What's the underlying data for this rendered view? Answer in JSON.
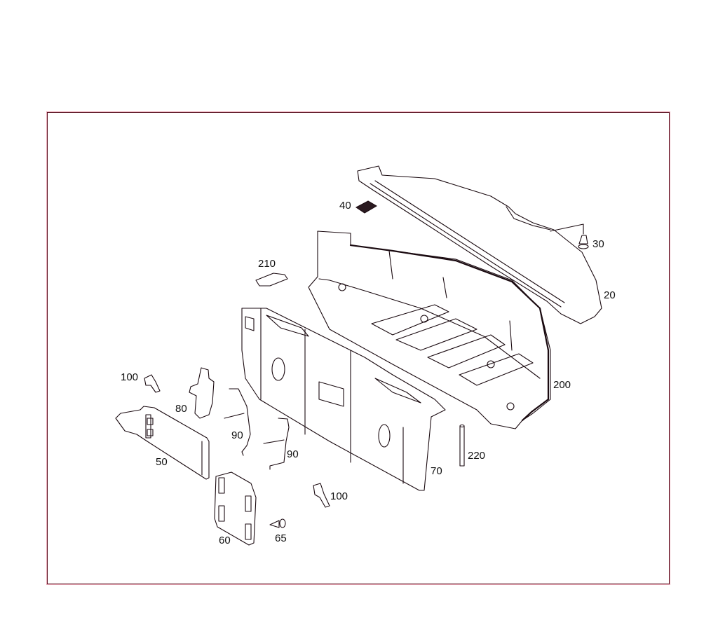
{
  "diagram": {
    "type": "exploded-parts-view",
    "frame_color": "#5a0f1e",
    "line_color": "#1a0a10",
    "accent_color": "#d0103c",
    "callouts": [
      {
        "id": "20",
        "label": "20",
        "part": "rear-shelf-panel"
      },
      {
        "id": "30",
        "label": "30",
        "part": "screw"
      },
      {
        "id": "40",
        "label": "40",
        "part": "pad"
      },
      {
        "id": "50",
        "label": "50",
        "part": "side-panel-left"
      },
      {
        "id": "60",
        "label": "60",
        "part": "bracket-block"
      },
      {
        "id": "65",
        "label": "65",
        "part": "screw"
      },
      {
        "id": "70",
        "label": "70",
        "part": "partition-wall"
      },
      {
        "id": "80",
        "label": "80",
        "part": "bracket"
      },
      {
        "id": "90a",
        "label": "90",
        "part": "bracket"
      },
      {
        "id": "90b",
        "label": "90",
        "part": "bracket"
      },
      {
        "id": "100a",
        "label": "100",
        "part": "clip"
      },
      {
        "id": "100b",
        "label": "100",
        "part": "clip"
      },
      {
        "id": "200",
        "label": "200",
        "part": "trunk-floor-tray"
      },
      {
        "id": "210",
        "label": "210",
        "part": "cover-plug"
      },
      {
        "id": "220",
        "label": "220",
        "part": "rod"
      }
    ]
  }
}
